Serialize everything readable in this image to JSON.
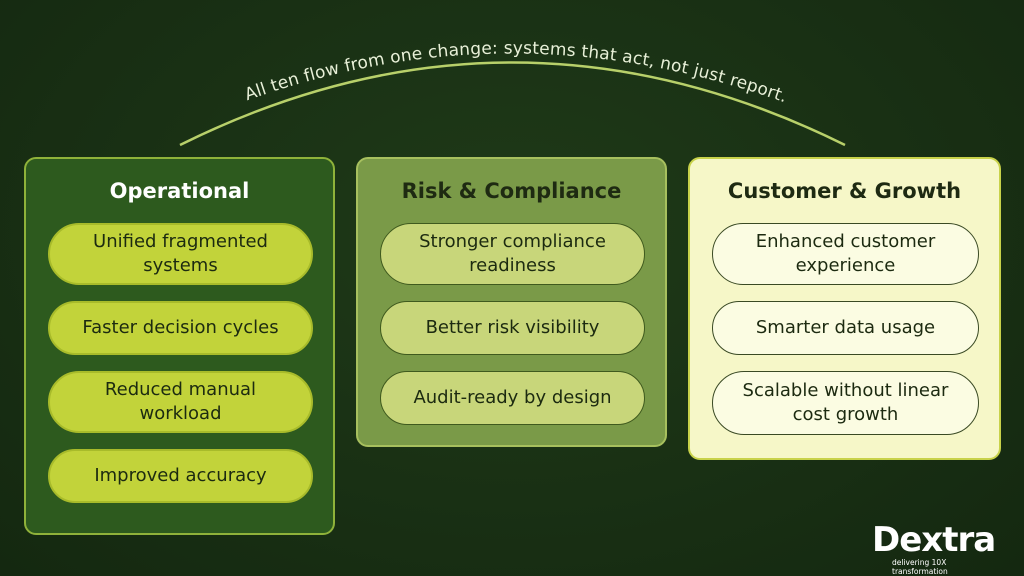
{
  "arc_caption": "All ten flow from one change: systems that act, not just report.",
  "columns": [
    {
      "title": "Operational",
      "items": [
        "Unified fragmented systems",
        "Faster decision cycles",
        "Reduced manual workload",
        "Improved accuracy"
      ]
    },
    {
      "title": "Risk & Compliance",
      "items": [
        "Stronger compliance readiness",
        "Better risk visibility",
        "Audit-ready by design"
      ]
    },
    {
      "title": "Customer & Growth",
      "items": [
        "Enhanced customer experience",
        "Smarter data usage",
        "Scalable without linear cost growth"
      ]
    }
  ],
  "logo": {
    "wordmark": "Dextra",
    "tagline": "delivering 10X transformation"
  },
  "colors": {
    "background": "#193014",
    "arc": "#b8d06a",
    "operational_fill": "#2d5a1e",
    "risk_fill": "#7a9a48",
    "customer_fill": "#f6f7c8",
    "operational_pill": "#c2d33a"
  }
}
